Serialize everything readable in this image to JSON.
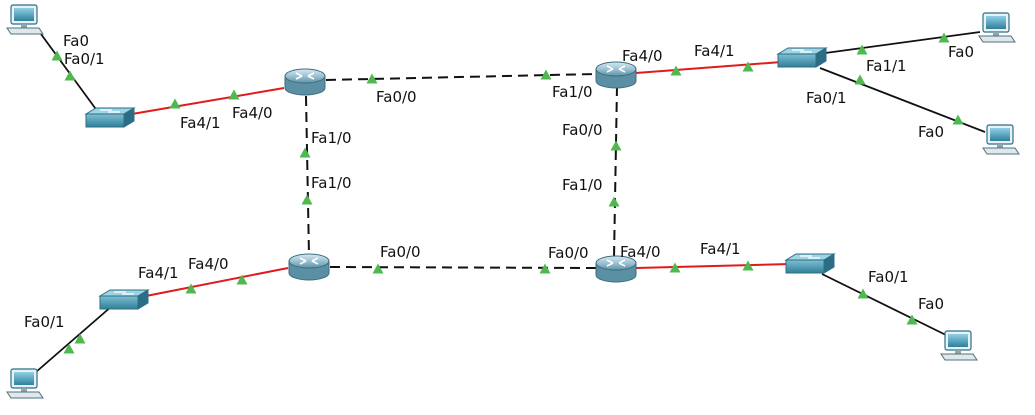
{
  "colors": {
    "link_black": "#111111",
    "link_red": "#e01b1b",
    "port_up": "#4fb84f",
    "router_body": "#8fb6c6",
    "switch_body": "#3f8fa6",
    "pc_body": "#3c8aa5"
  },
  "icons": {
    "router": "router-icon",
    "switch": "switch-icon",
    "pc": "pc-icon",
    "port": "link-up-triangle-icon"
  },
  "devices": {
    "routers": [
      "router-top-left",
      "router-top-right",
      "router-bottom-left",
      "router-bottom-right"
    ],
    "switches": [
      "switch-top-left",
      "switch-top-right",
      "switch-bottom-left",
      "switch-bottom-right"
    ],
    "pcs": [
      "pc-top-left",
      "pc-top-right-1",
      "pc-top-right-2",
      "pc-bottom-left",
      "pc-bottom-right"
    ]
  },
  "labels": {
    "pc_tl_fa0": "Fa0",
    "sw_tl_fa01": "Fa0/1",
    "sw_tl_fa41": "Fa4/1",
    "r_tl_fa40": "Fa4/0",
    "r_tl_fa00": "Fa0/0",
    "r_tl_fa10": "Fa1/0",
    "r_bl_fa10": "Fa1/0",
    "r_tr_fa40": "Fa4/0",
    "sw_tr_fa41": "Fa4/1",
    "r_tr_fa10": "Fa1/0",
    "r_tr_fa00": "Fa0/0",
    "sw_tr_fa11": "Fa1/1",
    "sw_tr_fa01": "Fa0/1",
    "pc_tr1_fa0": "Fa0",
    "pc_tr2_fa0": "Fa0",
    "r_br_fa10": "Fa1/0",
    "r_bl_fa00": "Fa0/0",
    "r_br_fa00": "Fa0/0",
    "r_br_fa40": "Fa4/0",
    "sw_br_fa41": "Fa4/1",
    "sw_br_fa01": "Fa0/1",
    "pc_br_fa0": "Fa0",
    "sw_bl_fa41": "Fa4/1",
    "r_bl_fa40": "Fa4/0",
    "sw_bl_fa01": "Fa0/1"
  }
}
